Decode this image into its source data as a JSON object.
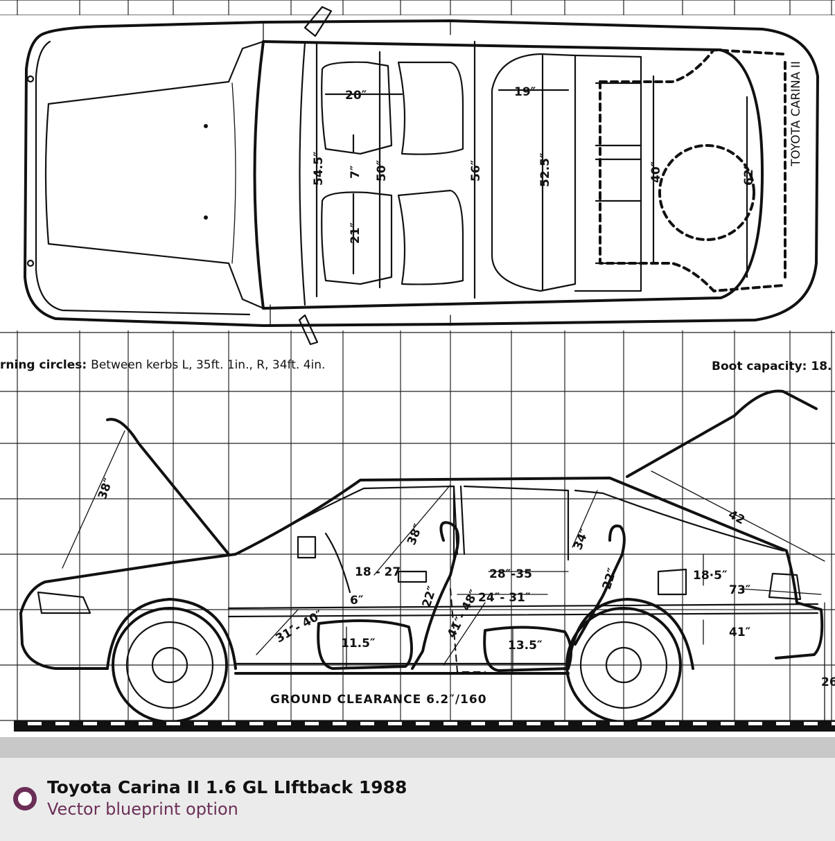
{
  "drawing": {
    "top_view_model_label": "TOYOTA CARINA II",
    "notes": {
      "turning_circles_label": "rning circles:",
      "turning_circles_value": "Between kerbs L, 35ft.   1in., R, 34ft.   4in.",
      "boot_capacity": "Boot capacity: 18."
    },
    "ground_clearance": "GROUND CLEARANCE 6.2″/160",
    "top_dimensions": [
      "20″",
      "19″",
      "54.5″",
      "7″",
      "50″",
      "56″",
      "52.5″",
      "40″",
      "62″",
      "21″"
    ],
    "side_dimensions": [
      "38″",
      "42",
      "38″",
      "34″",
      "18 - 27",
      "28″-35",
      "6″",
      "24″- 31″",
      "22″",
      "22″",
      "18·5″",
      "73″",
      "31″- 40″",
      "41″- 48″",
      "11.5″",
      "13.5″",
      "41″",
      "26"
    ]
  },
  "footer": {
    "title": "Toyota Carina II 1.6 GL LIftback 1988",
    "subtitle": "Vector blueprint option",
    "accent_color": "#6b2f57",
    "icon": "radio-circle-icon"
  }
}
